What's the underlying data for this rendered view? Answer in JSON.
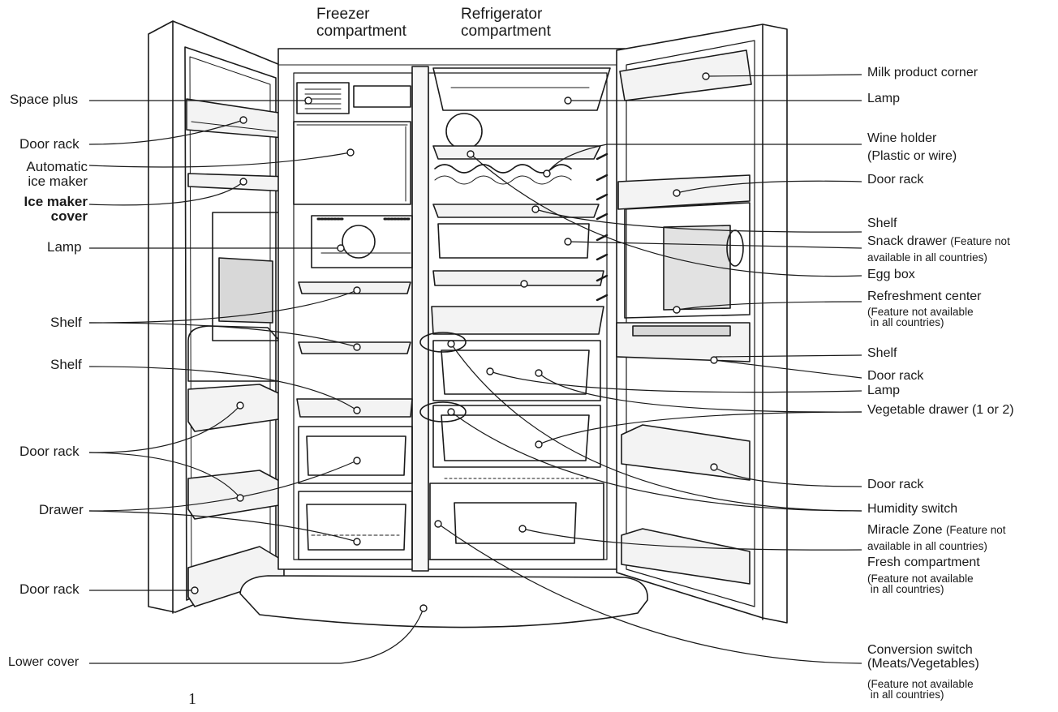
{
  "headers": {
    "freezer": [
      "Freezer",
      "compartment"
    ],
    "refrigerator": [
      "Refrigerator",
      "compartment"
    ]
  },
  "left_labels": {
    "space_plus": "Space plus",
    "door_rack_1": "Door rack",
    "automatic_ice_maker": [
      "Automatic",
      "ice maker"
    ],
    "ice_maker_cover": [
      "Ice maker",
      "cover"
    ],
    "lamp": "Lamp",
    "shelf_1": "Shelf",
    "shelf_2": "Shelf",
    "door_rack_2": "Door rack",
    "drawer": "Drawer",
    "door_rack_3": "Door rack",
    "lower_cover": "Lower cover"
  },
  "right_labels": {
    "milk_product_corner": "Milk product corner",
    "lamp_1": "Lamp",
    "wine_holder": [
      "Wine holder",
      "(Plastic or wire)"
    ],
    "door_rack_1": "Door rack",
    "shelf_1": "Shelf",
    "snack_drawer": "Snack drawer",
    "snack_drawer_note": [
      "(Feature not",
      "available in all countries)"
    ],
    "egg_box": "Egg box",
    "refreshment_center": "Refreshment center",
    "refreshment_center_note": [
      "(Feature not available",
      " in all countries)"
    ],
    "shelf_2": "Shelf",
    "door_rack_2": "Door rack",
    "lamp_2": "Lamp",
    "vegetable_drawer": "Vegetable drawer (1 or 2)",
    "door_rack_3": "Door rack",
    "humidity_switch": "Humidity switch",
    "miracle_zone": "Miracle Zone",
    "miracle_zone_note": [
      "(Feature not",
      "available in all countries)"
    ],
    "fresh_compartment": "Fresh compartment",
    "fresh_compartment_note": [
      "(Feature not available",
      " in all countries)"
    ],
    "conversion_switch": [
      "Conversion switch",
      "(Meats/Vegetables)"
    ],
    "conversion_switch_note": [
      "(Feature not available",
      " in all countries)"
    ]
  },
  "page_number": "1"
}
